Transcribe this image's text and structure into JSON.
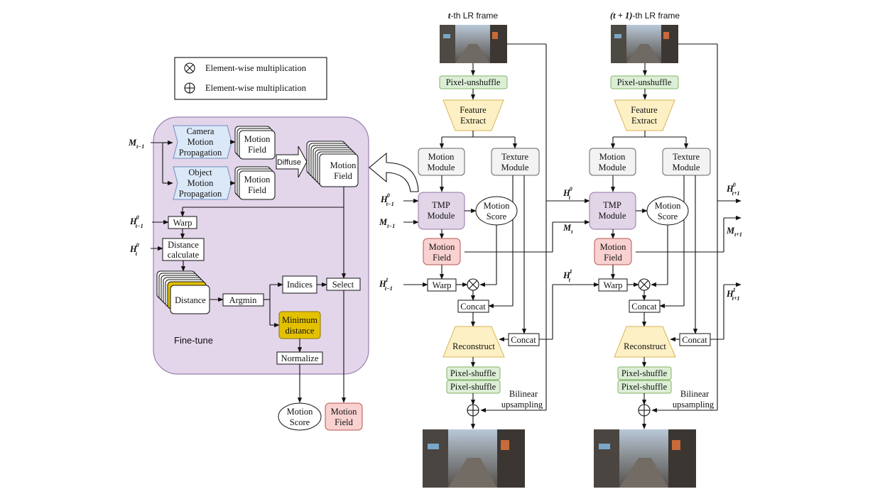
{
  "legend": {
    "items": [
      {
        "symbol": "⊗",
        "text": "Element-wise multiplication"
      },
      {
        "symbol": "⊕",
        "text": "Element-wise multiplication"
      }
    ]
  },
  "finetune": {
    "title": "Fine-tune",
    "input_m": "M",
    "input_m_sub": "t−1",
    "camera": [
      "Camera",
      "Motion",
      "Propagation"
    ],
    "object": [
      "Object",
      "Motion",
      "Propagation"
    ],
    "motion_field": [
      "Motion",
      "Field"
    ],
    "diffuse": "Diffuse",
    "stack_field": [
      "Motion",
      "Field"
    ],
    "input_h_prev": "H",
    "input_h_prev_sup": "0",
    "input_h_prev_sub": "t−1",
    "input_h_cur": "H",
    "input_h_cur_sup": "0",
    "input_h_cur_sub": "t",
    "warp": "Warp",
    "distance_calc": [
      "Distance",
      "calculate"
    ],
    "distance": "Distance",
    "argmin": "Argmin",
    "indices": "Indices",
    "select": "Select",
    "min_distance": [
      "Minimum",
      "distance"
    ],
    "normalize": "Normalize",
    "out_score": [
      "Motion",
      "Score"
    ],
    "out_field": [
      "Motion",
      "Field"
    ]
  },
  "pipeline_t": {
    "frame_label": "t-th LR frame",
    "frame_label_var": "t",
    "frame_label_rest": "-th LR frame",
    "pixel_unshuffle": "Pixel-unshuffle",
    "feature_extract": [
      "Feature",
      "Extract"
    ],
    "motion_module": [
      "Motion",
      "Module"
    ],
    "texture_module": [
      "Texture",
      "Module"
    ],
    "tmp_module": [
      "TMP",
      "Module"
    ],
    "motion_score": [
      "Motion",
      "Score"
    ],
    "motion_field": [
      "Motion",
      "Field"
    ],
    "warp": "Warp",
    "concat1": "Concat",
    "reconstruct": "Reconstruct",
    "concat2": "Concat",
    "pixel_shuffle_1": "Pixel-shuffle",
    "pixel_shuffle_2": "Pixel-shuffle",
    "bilinear": [
      "Bilinear",
      "upsampling"
    ],
    "in_h0": {
      "base": "H",
      "sup": "0",
      "sub": "t−1"
    },
    "in_m": {
      "base": "M",
      "sub": "t−1"
    },
    "in_h1": {
      "base": "H",
      "sup": "1",
      "sub": "t−1"
    }
  },
  "pipeline_t1": {
    "frame_label_var": "(t + 1)",
    "frame_label_rest": "-th LR frame",
    "pixel_unshuffle": "Pixel-unshuffle",
    "feature_extract": [
      "Feature",
      "Extract"
    ],
    "motion_module": [
      "Motion",
      "Module"
    ],
    "texture_module": [
      "Texture",
      "Module"
    ],
    "tmp_module": [
      "TMP",
      "Module"
    ],
    "motion_score": [
      "Motion",
      "Score"
    ],
    "motion_field": [
      "Motion",
      "Field"
    ],
    "warp": "Warp",
    "concat1": "Concat",
    "reconstruct": "Reconstruct",
    "concat2": "Concat",
    "pixel_shuffle_1": "Pixel-shuffle",
    "pixel_shuffle_2": "Pixel-shuffle",
    "bilinear": [
      "Bilinear",
      "upsampling"
    ],
    "in_h0": {
      "base": "H",
      "sup": "0",
      "sub": "t"
    },
    "in_m": {
      "base": "M",
      "sub": "t"
    },
    "in_h1": {
      "base": "H",
      "sup": "1",
      "sub": "t"
    },
    "out_h0": {
      "base": "H",
      "sup": "0",
      "sub": "t+1"
    },
    "out_m": {
      "base": "M",
      "sub": "t+1"
    },
    "out_h1": {
      "base": "H",
      "sup": "1",
      "sub": "t+1"
    }
  },
  "colors": {
    "finetune_bg": "#e3d5ea",
    "finetune_border": "#9b7fae",
    "propagation": "#dbe8f8",
    "green": "#dcefd6",
    "green_border": "#82b366",
    "yellow": "#fdf0c4",
    "yellow_border": "#d6b656",
    "grey": "#f3f3f3",
    "tmp": "#e1d5e7",
    "tmp_border": "#9673a6",
    "red": "#f8d1d0",
    "red_border": "#b85450",
    "gold": "#e3c100"
  }
}
